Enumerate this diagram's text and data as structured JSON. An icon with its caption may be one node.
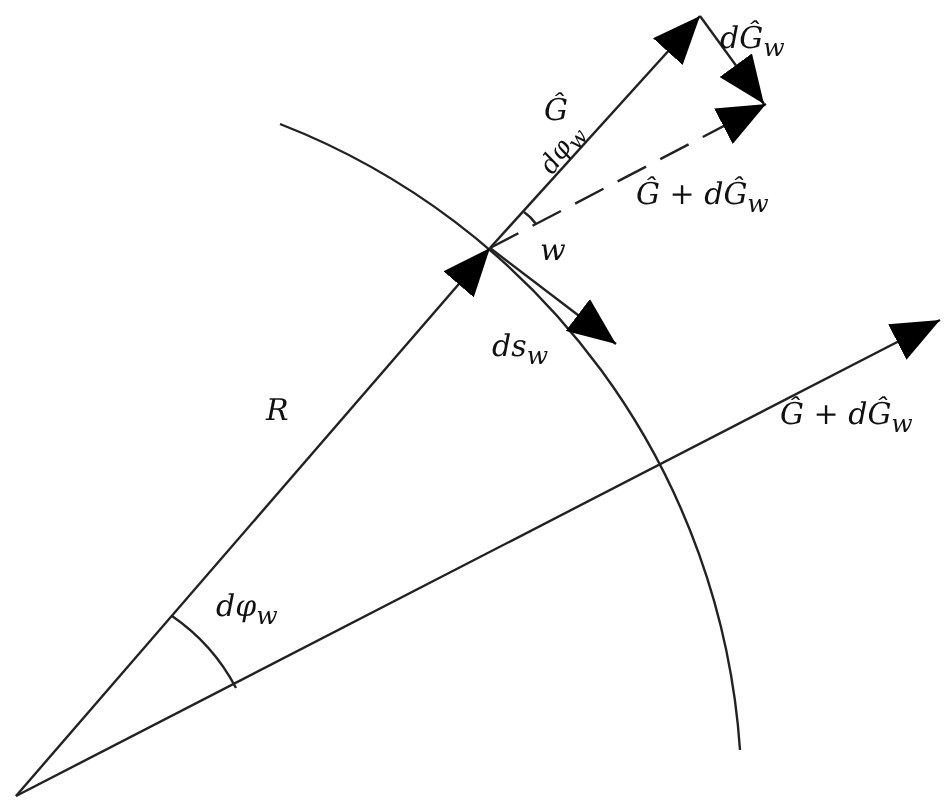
{
  "diagram": {
    "labels": [
      "dĜ$_{w}$",
      "Ĝ",
      "dφ$_{w}$",
      "Ĝ + dĜ$_{w}$",
      "w",
      "ds$_{w}$",
      "R",
      "Ĝ + dĜ$_{w}$",
      "dφ$_{w}$"
    ]
  }
}
